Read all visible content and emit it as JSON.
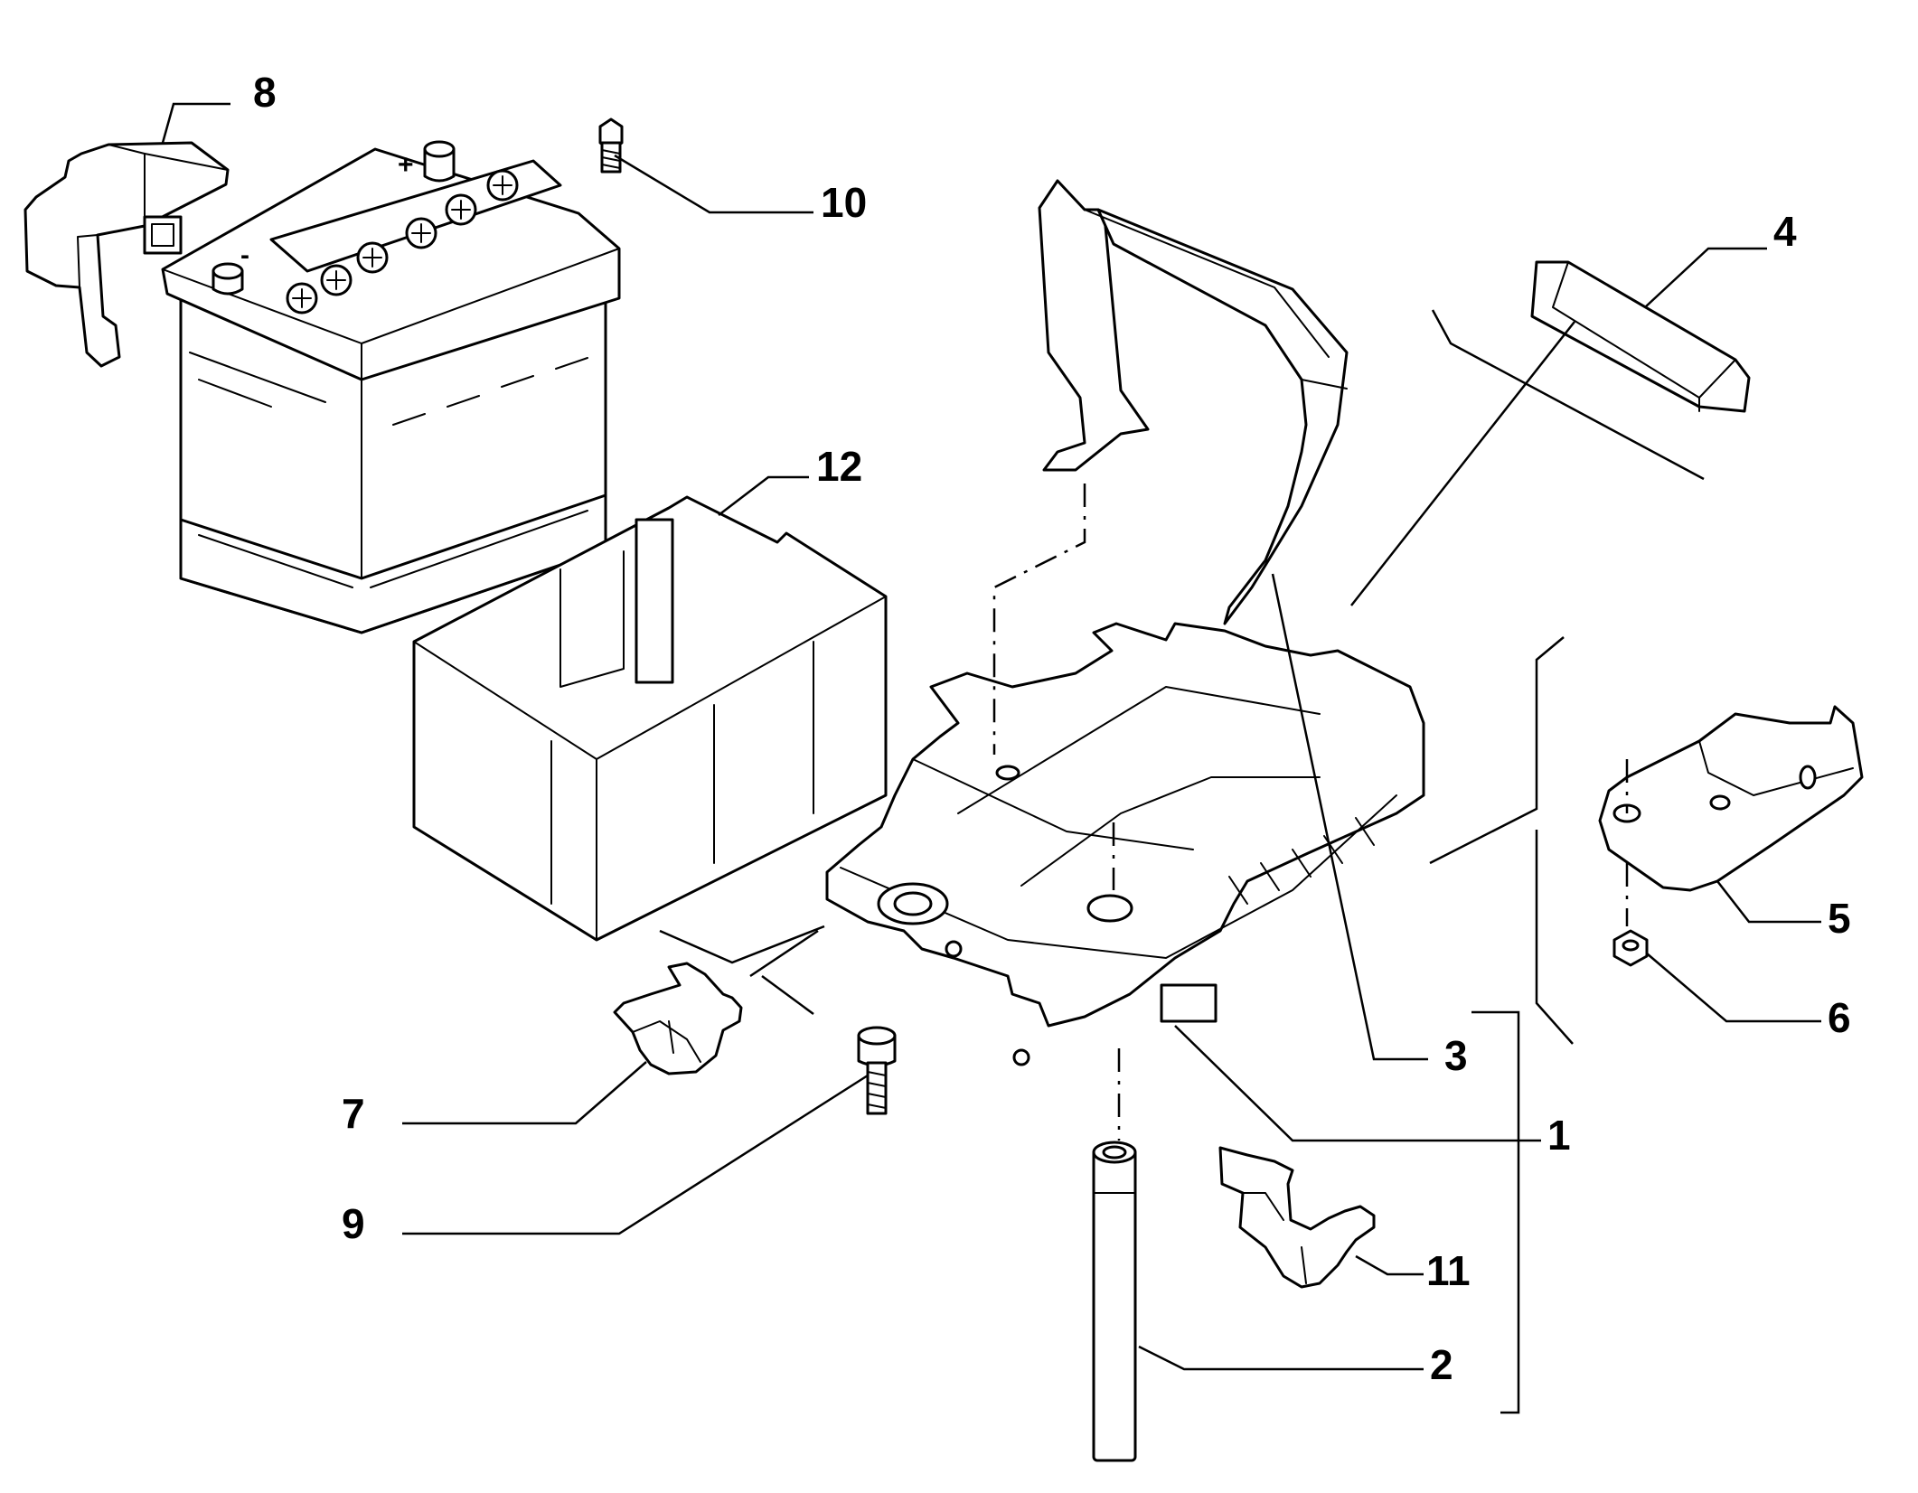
{
  "callouts": {
    "c1": "1",
    "c2": "2",
    "c3": "3",
    "c4": "4",
    "c5": "5",
    "c6": "6",
    "c7": "7",
    "c8": "8",
    "c9": "9",
    "c10": "10",
    "c11": "11",
    "c12": "12"
  },
  "battery": {
    "terminal_plus": "+",
    "terminal_minus": "-"
  }
}
